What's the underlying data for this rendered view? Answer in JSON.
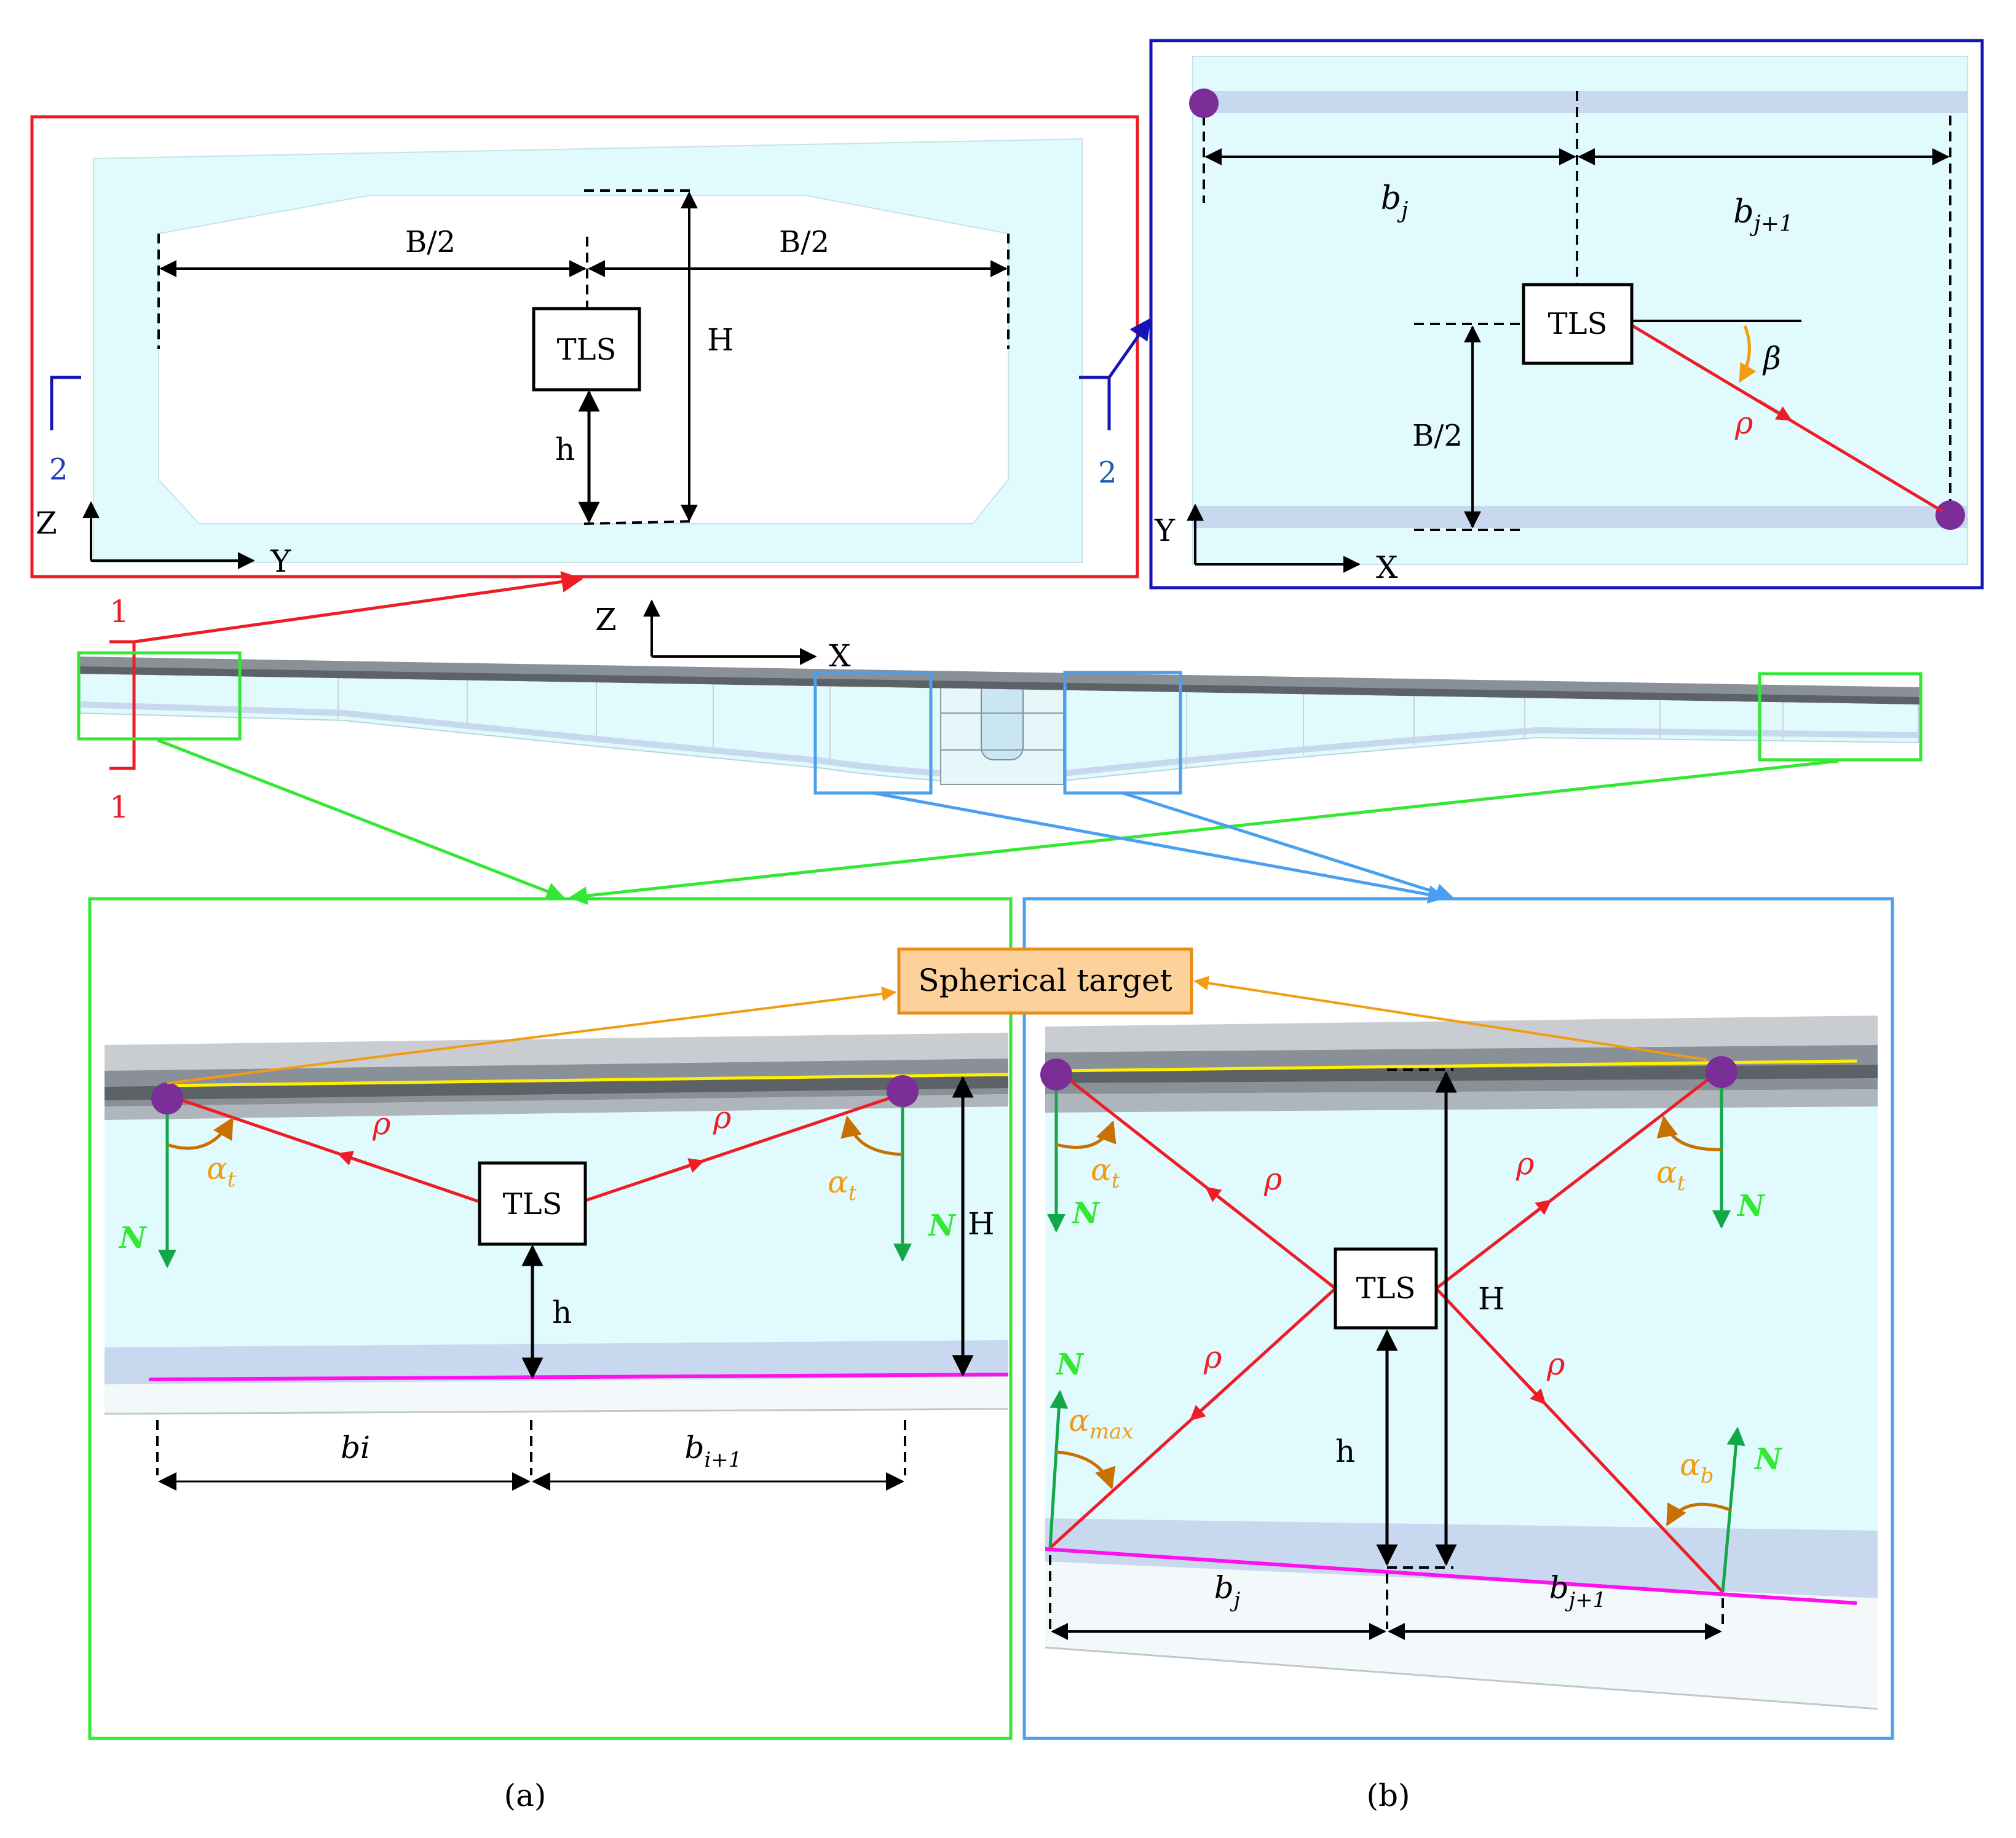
{
  "colors": {
    "beam_fill": "#e0fafd",
    "beam_band": "#c8d8ef",
    "deck_top": "#8a9097",
    "deck_dark": "#5d6267",
    "frame_red": "#ee1c25",
    "frame_navy": "#1515b5",
    "frame_green": "#33e833",
    "frame_lightblue": "#4b9ff0",
    "ray_red": "#ee1c25",
    "normal_green": "#12a84a",
    "angle_orange": "#f39c12",
    "angle_brown": "#c87000",
    "target_purple": "#7b2d98",
    "yellow_line": "#ffef00",
    "magenta_line": "#ff10ee",
    "label_box_fill": "#fdd19a",
    "label_box_stroke": "#e88d18",
    "section_label_blue": "#1a3fb8"
  },
  "panel_section": {
    "half_width_left": "B/2",
    "half_width_right": "B/2",
    "tls": "TLS",
    "height_total": "H",
    "height_scanner": "h",
    "axis_vertical": "Z",
    "axis_horizontal": "Y",
    "section_mark_left": "2",
    "section_mark_right": "2"
  },
  "panel_plan": {
    "spacing_j": "b",
    "spacing_j_sub": "j",
    "spacing_j1": "b",
    "spacing_j1_sub": "j+1",
    "tls": "TLS",
    "angle": "β",
    "range": "ρ",
    "half_width": "B/2",
    "axis_vertical": "Y",
    "axis_horizontal": "X"
  },
  "overview": {
    "axis_vertical": "Z",
    "axis_horizontal": "X",
    "section_mark_top": "1",
    "section_mark_bottom": "1"
  },
  "panel_a": {
    "tls": "TLS",
    "range_left": "ρ",
    "range_right": "ρ",
    "angle_left": "α",
    "angle_left_sub": "t",
    "angle_right": "α",
    "angle_right_sub": "t",
    "normal_left": "N",
    "normal_right": "N",
    "height_total": "H",
    "height_scanner": "h",
    "spacing_i": "bi",
    "spacing_i1": "b",
    "spacing_i1_sub": "i+1",
    "caption": "(a)"
  },
  "panel_b": {
    "tls": "TLS",
    "range_ul": "ρ",
    "range_ur": "ρ",
    "range_ll": "ρ",
    "range_lr": "ρ",
    "angle_tl": "α",
    "angle_tl_sub": "t",
    "angle_tr": "α",
    "angle_tr_sub": "t",
    "angle_max": "α",
    "angle_max_sub": "max",
    "angle_b": "α",
    "angle_b_sub": "b",
    "normal_tl": "N",
    "normal_tr": "N",
    "normal_bl": "N",
    "normal_br": "N",
    "height_total": "H",
    "height_scanner": "h",
    "spacing_j": "b",
    "spacing_j_sub": "j",
    "spacing_j1": "b",
    "spacing_j1_sub": "j+1",
    "caption": "(b)"
  },
  "target_label": "Spherical target"
}
